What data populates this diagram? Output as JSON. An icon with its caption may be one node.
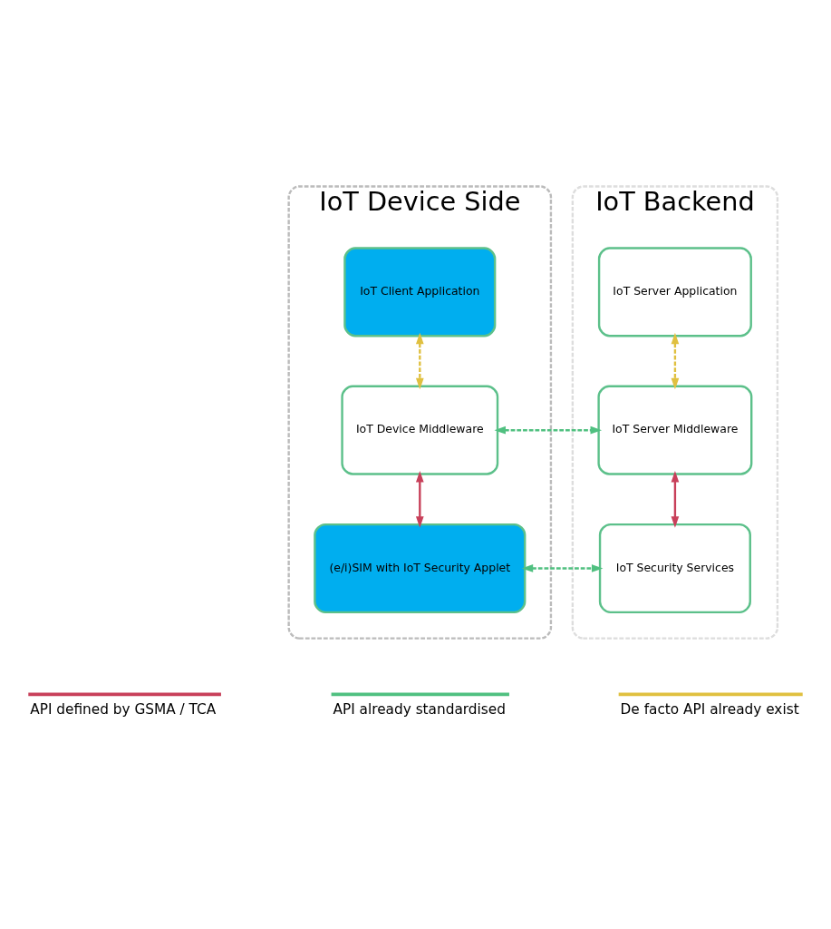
{
  "diagram": {
    "nodes": [
      {
        "text": [
          "IoT Device Side"
        ]
      },
      {
        "text": [
          "IoT Client Application"
        ],
        "in": 0
      },
      {
        "text": [
          "IoT Device Middleware"
        ],
        "in": 0
      },
      {
        "text": [
          "(e/i)SIM with IoT Security Applet"
        ],
        "in": 0
      },
      {
        "text": [
          "IoT Backend"
        ]
      },
      {
        "text": [
          "IoT Server Application"
        ],
        "in": 4
      },
      {
        "text": [
          "IoT Server Middleware"
        ],
        "in": 4
      },
      {
        "text": [
          "IoT Security Services"
        ],
        "in": 4
      }
    ],
    "edges": [
      {
        "from": 1,
        "to": 2,
        "arrow": "both",
        "style": "dashed",
        "color": "#e0c040"
      },
      {
        "from": 2,
        "to": 6,
        "arrow": "both",
        "style": "dashed",
        "color": "#50c080"
      },
      {
        "from": 2,
        "to": 3,
        "arrow": "both",
        "color": "#c8405a"
      },
      {
        "from": 5,
        "to": 6,
        "arrow": "both",
        "style": "dashed",
        "color": "#e0c040"
      },
      {
        "from": 6,
        "to": 7,
        "arrow": "both",
        "color": "#c8405a"
      },
      {
        "from": 3,
        "to": 7,
        "arrow": "both",
        "style": "dashed",
        "color": "#50c080"
      }
    ],
    "legend": [
      {
        "text": "API defined by GSMA / TCA"
      },
      {
        "text": "API already standardised"
      },
      {
        "text": "De facto API already exist"
      }
    ]
  }
}
